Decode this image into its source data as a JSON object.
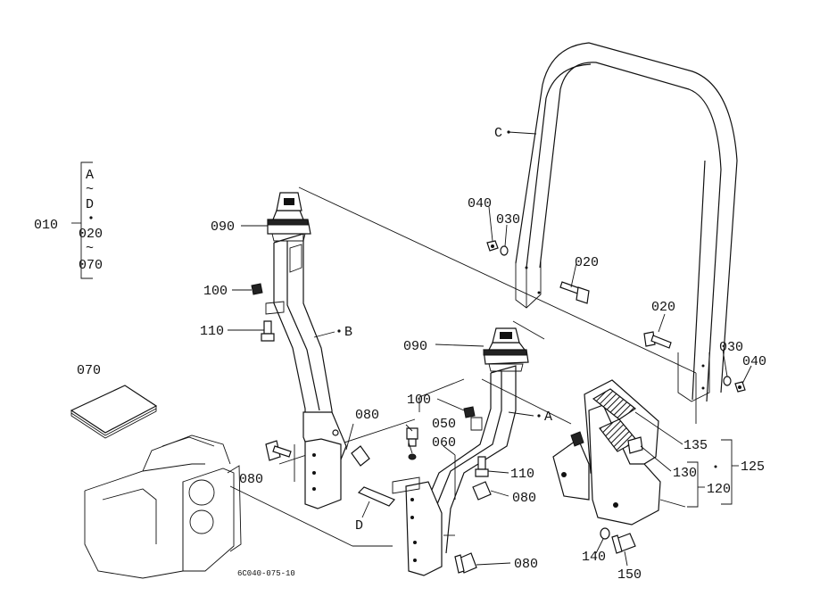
{
  "diagram": {
    "bracket_group": {
      "label": "010",
      "items": [
        "A",
        "~",
        "D",
        "020",
        "~",
        "070"
      ]
    },
    "callouts": {
      "p090_top": "090",
      "p100_left": "100",
      "p110_left": "110",
      "p070": "070",
      "p080_left": "080",
      "p080_mid": "080",
      "p050": "050",
      "p060": "060",
      "p090_mid": "090",
      "p100_mid": "100",
      "p110_mid": "110",
      "p080_right": "080",
      "p080_bottom": "080",
      "p040_top": "040",
      "p030_top": "030",
      "p020_top": "020",
      "p020_right": "020",
      "p030_right": "030",
      "p040_right": "040",
      "p135": "135",
      "p130": "130",
      "p125": "125",
      "p120": "120",
      "p140": "140",
      "p150": "150"
    },
    "part_letters": {
      "frame_a": "A",
      "frame_b": "B",
      "frame_c": "C",
      "plate_d": "D"
    },
    "figure_code": "6C040-075-10"
  }
}
